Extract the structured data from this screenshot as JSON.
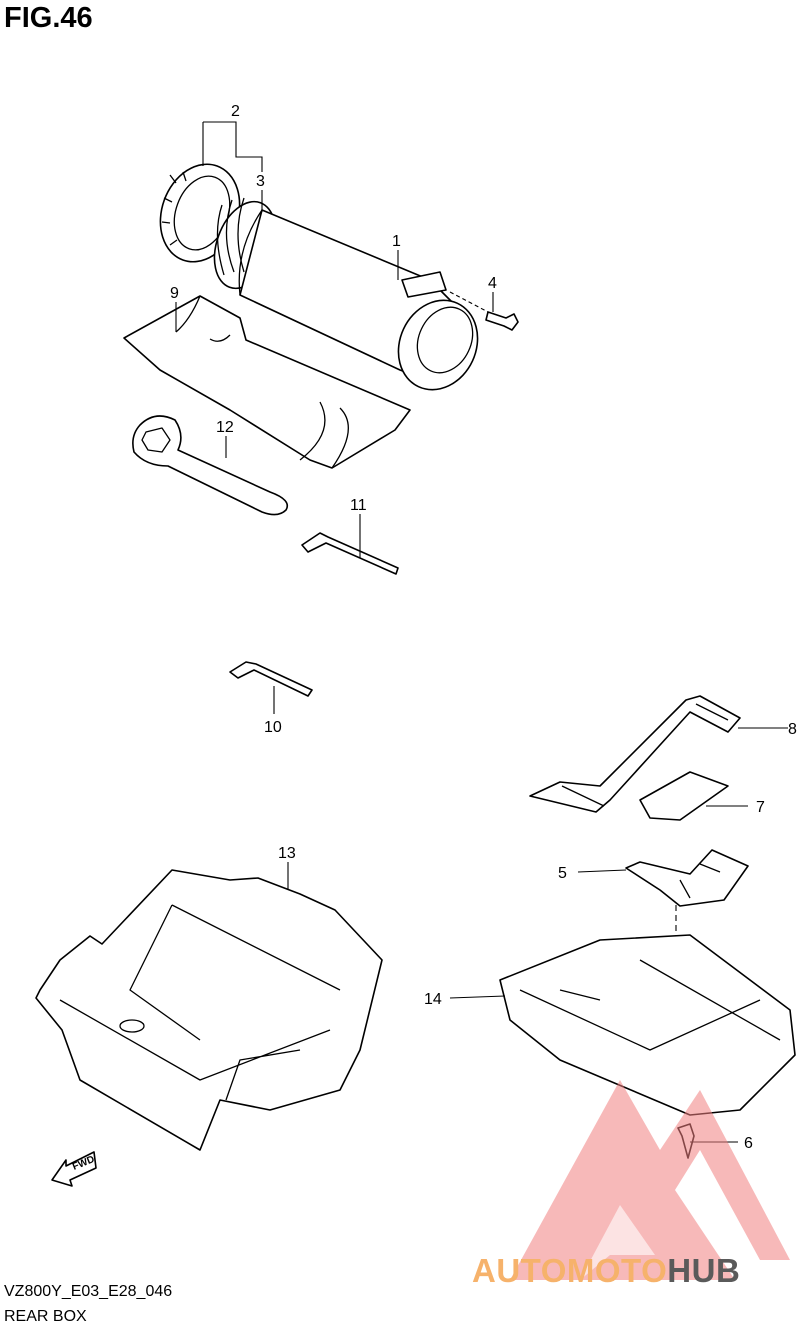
{
  "figure": {
    "title": "FIG.46",
    "code": "VZ800Y_E03_E28_046",
    "name": "REAR BOX"
  },
  "callouts": [
    "1",
    "2",
    "3",
    "4",
    "5",
    "6",
    "7",
    "8",
    "9",
    "10",
    "11",
    "12",
    "13",
    "14"
  ],
  "fwd_arrow_label": "FWD",
  "watermark": {
    "word_part1": "AUTOMOTO",
    "word_part2": "HUB",
    "logo": "triangle-logo-icon",
    "colors": {
      "triangle": "#f08080",
      "text_orange": "#f6b26b",
      "text_dark": "#5a5a5a"
    }
  }
}
